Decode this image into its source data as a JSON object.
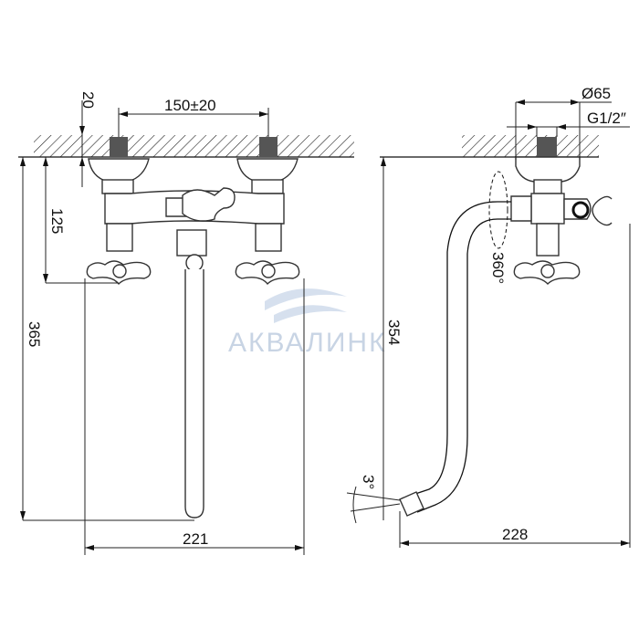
{
  "watermark": "АКВАЛИНК",
  "front_view": {
    "dim_wall_depth": "20",
    "dim_pipe_spacing": "150±20",
    "dim_handle_height": "125",
    "dim_spout_height": "365",
    "dim_spout_reach": "221"
  },
  "side_view": {
    "dim_flange_diameter": "Ø65",
    "dim_thread": "G1/2″",
    "dim_rotation": "360°",
    "dim_height": "354",
    "dim_angle": "3°",
    "dim_reach": "228"
  }
}
